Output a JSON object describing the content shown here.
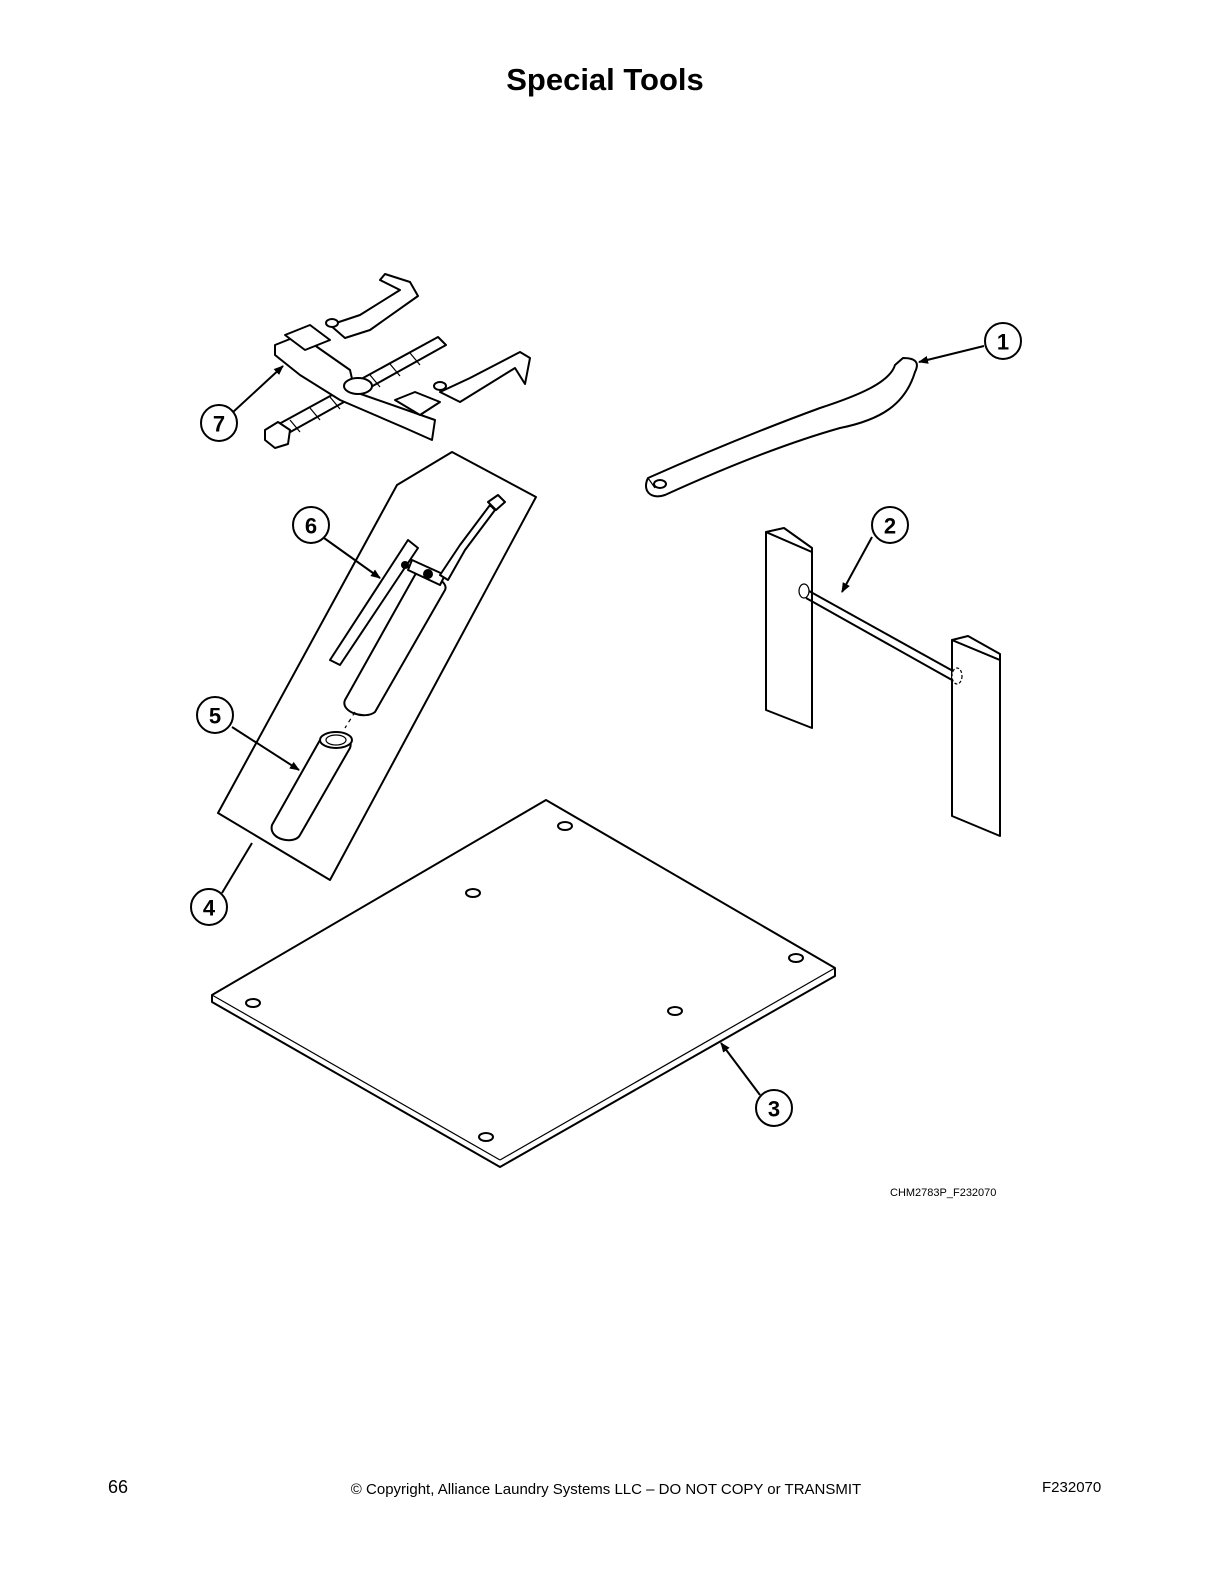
{
  "page": {
    "title": "Special Tools",
    "figure_code": "CHM2783P_F232070",
    "page_number": "66",
    "copyright": "© Copyright, Alliance Laundry Systems LLC – DO NOT COPY or TRANSMIT",
    "document_code": "F232070"
  },
  "callouts": [
    "1",
    "2",
    "3",
    "4",
    "5",
    "6",
    "7"
  ]
}
